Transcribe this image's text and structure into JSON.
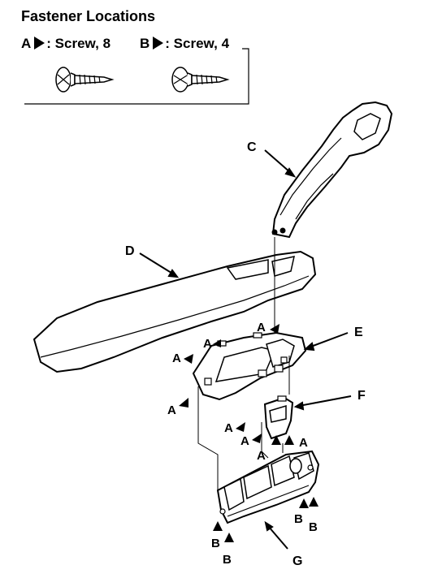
{
  "title": "Fastener Locations",
  "fasteners": [
    {
      "letter": "A",
      "desc": ": Screw, 8"
    },
    {
      "letter": "B",
      "desc": ": Screw, 4"
    }
  ],
  "parts": {
    "C": "C",
    "D": "D",
    "E": "E",
    "F": "F",
    "G": "G"
  },
  "marker_a": "A",
  "marker_b": "B"
}
